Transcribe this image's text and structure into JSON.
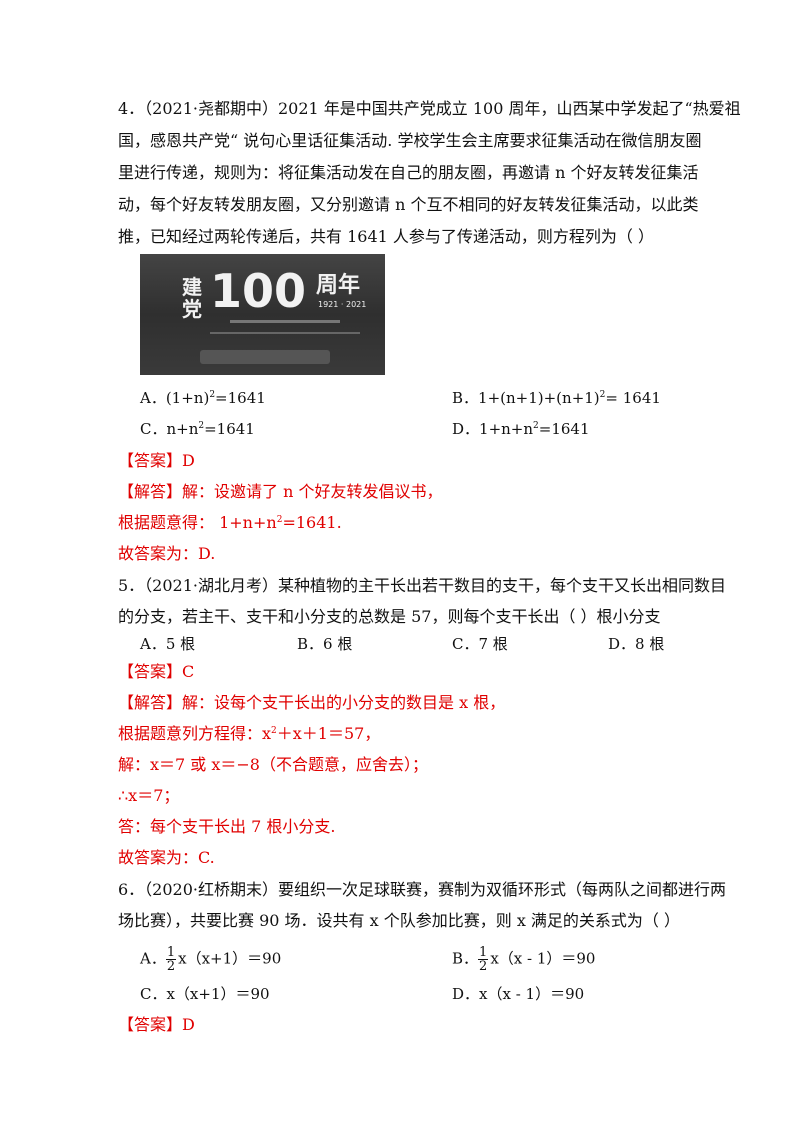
{
  "q4": {
    "lines": [
      "4．（2021·尧都期中）2021 年是中国共产党成立 100 周年，山西某中学发起了“热爱祖",
      "国，感恩共产党“ 说句心里话征集活动. 学校学生会主席要求征集活动在微信朋友圈",
      "里进行传递，规则为：将征集活动发在自己的朋友圈，再邀请 n 个好友转发征集活",
      "动，每个好友转发朋友圈，又分别邀请 n 个互不相同的好友转发征集活动，以此类",
      "推，已知经过两轮传递后，共有 1641  人参与了传递活动，则方程列为（      ）"
    ],
    "photo": {
      "text_a": "建党",
      "text_b": "100",
      "text_c": "周年",
      "text_d": "1921 · 2021"
    },
    "options": {
      "A": "A．(1+n)",
      "A_tail": "=1641",
      "B": "B．1+(n+1)+(n+1)",
      "B_tail": "= 1641",
      "C": "C．n+n",
      "C_tail": "=1641",
      "D": "D．1+n+n",
      "D_tail": "=1641",
      "sup2": "2"
    },
    "answer": "【答案】D",
    "analysis_line1": "【解答】解：设邀请了 n 个好友转发倡议书，",
    "analysis_line2a": "根据题意得：  1+n+n",
    "analysis_line2b": "=1641.",
    "analysis_line3": "故答案为：D."
  },
  "q5": {
    "lines": [
      "5．（2021·湖北月考）某种植物的主干长出若干数目的支干，每个支干又长出相同数目",
      "的分支，若主干、支干和小分支的总数是 57，则每个支干长出（        ）根小分支"
    ],
    "options": [
      "A．5 根",
      "B．6 根",
      "C．7 根",
      "D．8 根"
    ],
    "answer": "【答案】C",
    "analysis": [
      "【解答】解：设每个支干长出的小分支的数目是 x 根，",
      "根据题意列方程得：x",
      "＋x＋1＝57，",
      "解：x＝7 或 x＝−8（不合题意，应舍去）；",
      "∴x＝7；",
      "答：每个支干长出 7 根小分支.",
      "故答案为：C."
    ]
  },
  "q6": {
    "lines": [
      "6．（2020·红桥期末）要组织一次足球联赛，赛制为双循环形式（每两队之间都进行两",
      "场比赛），共要比赛 90 场．设共有 x 个队参加比赛，则 x 满足的关系式为（      ）"
    ],
    "options": {
      "A_label": "A．",
      "A_expr": "x（x+1）＝90",
      "B_label": "B．",
      "B_expr": "x（x - 1）＝90",
      "C": "C．x（x+1）＝90",
      "D": "D．x（x - 1）＝90",
      "frac_num": "1",
      "frac_den": "2"
    },
    "answer": "【答案】D"
  }
}
